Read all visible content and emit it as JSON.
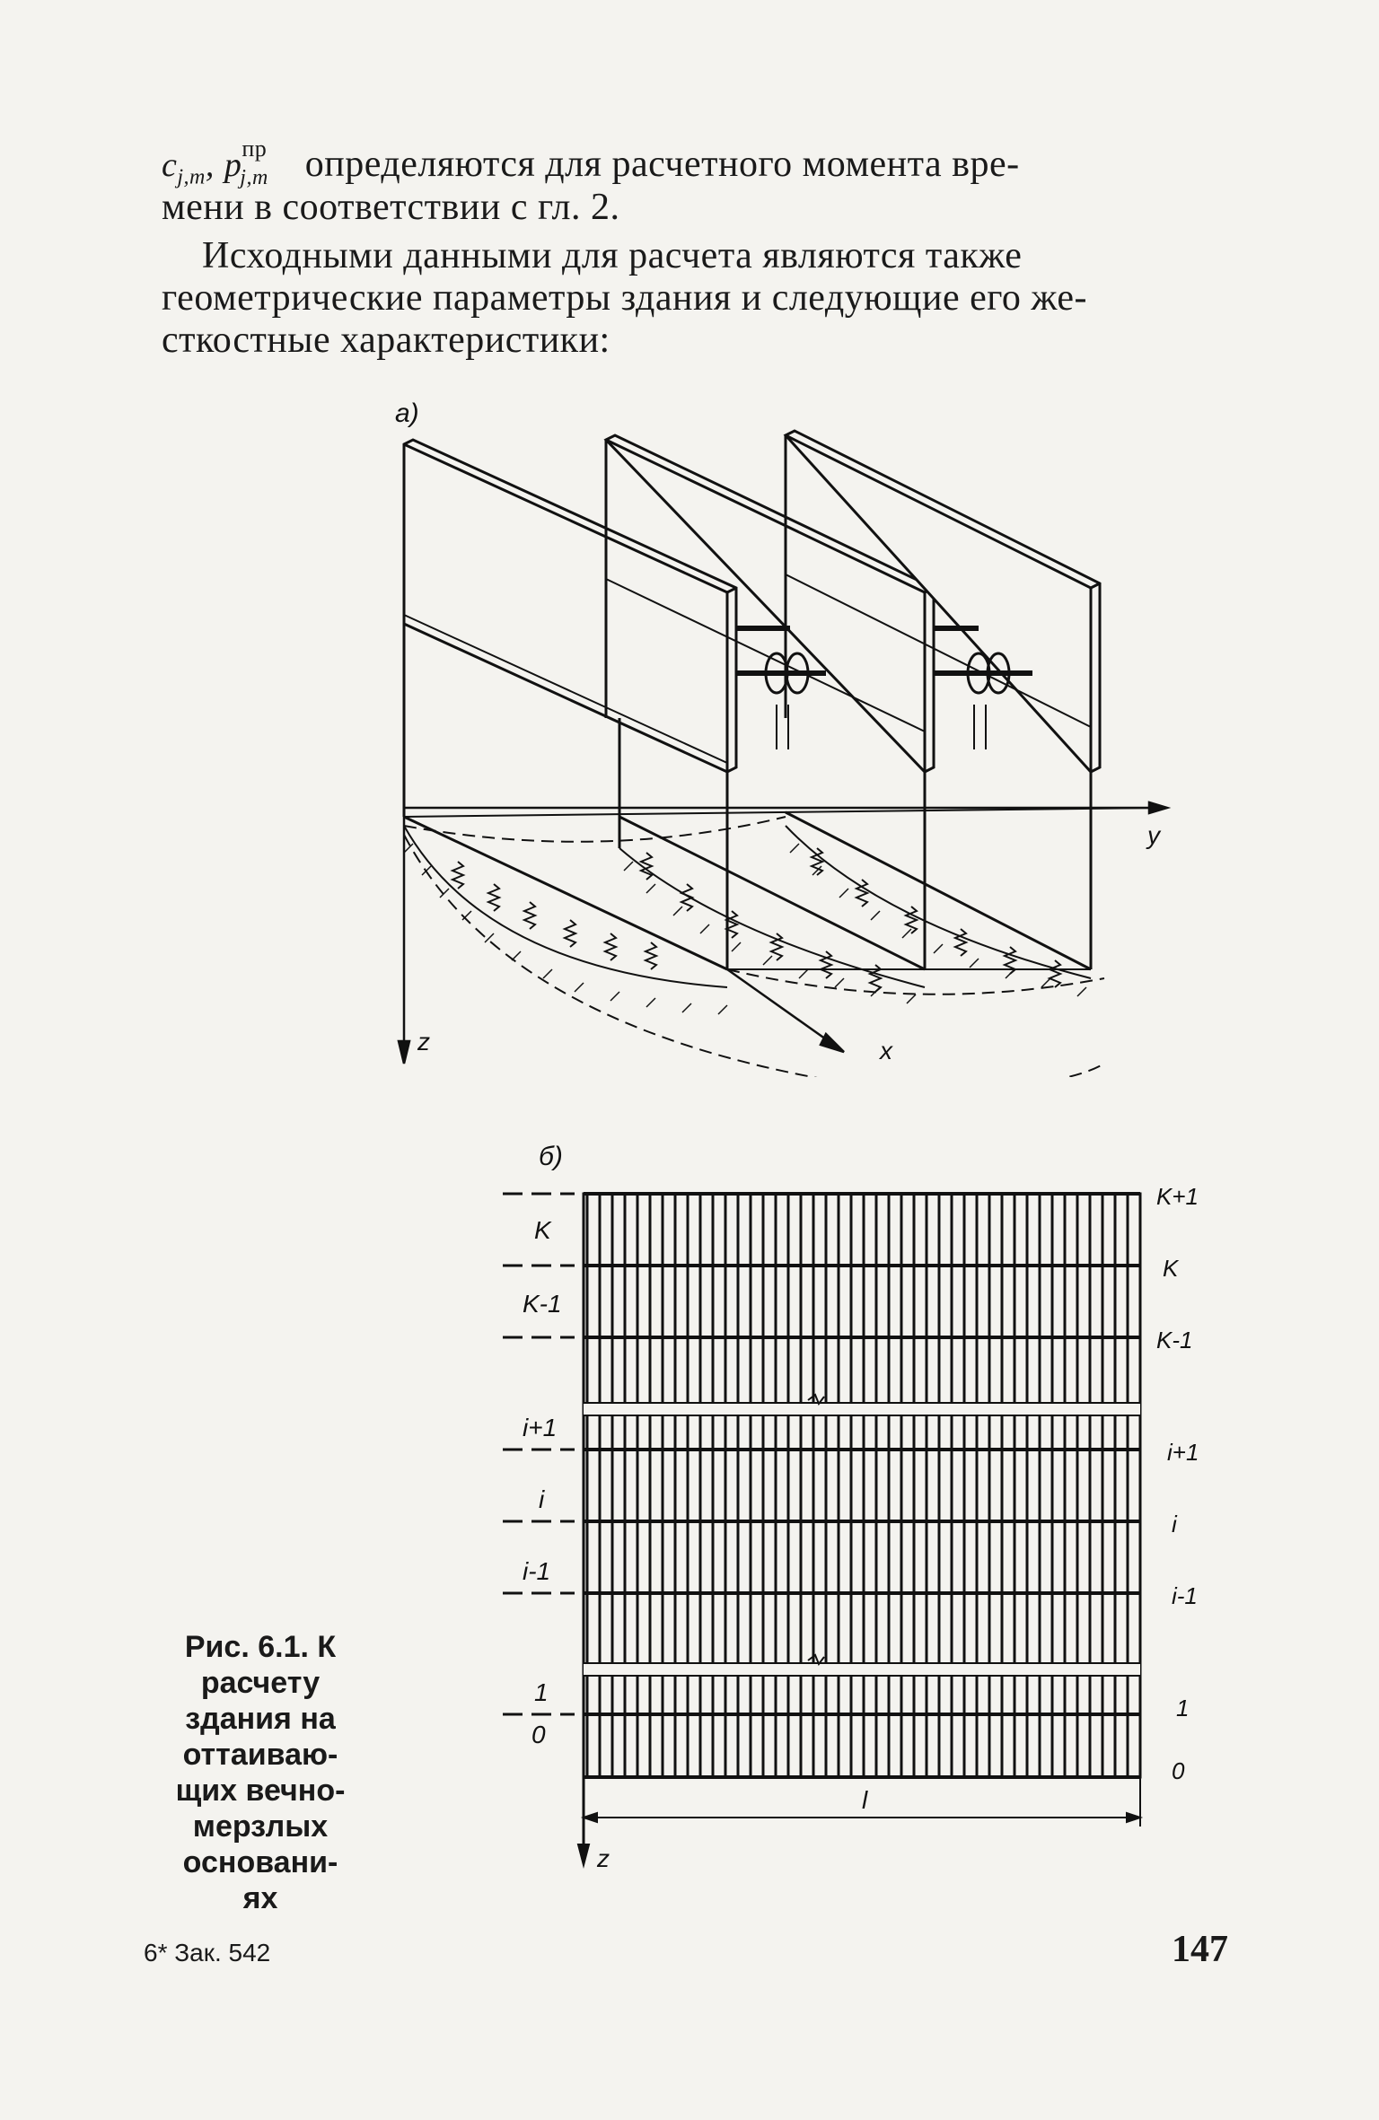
{
  "text": {
    "line1_math_c": "c",
    "line1_math_c_sub": "j,m",
    "line1_math_p": "p",
    "line1_math_p_sup": "пр",
    "line1_math_p_sub": "j,m",
    "line1_rest": "определяются для расчетного момента вре-",
    "line2": "мени в соответствии с гл. 2.",
    "para2_line1": "Исходными данными для расчета являются также",
    "para2_line2": "геометрические параметры здания и следующие его же-",
    "para2_line3": "сткостные характеристики:"
  },
  "figure_a": {
    "panel_label": "а)",
    "axis_y": "y",
    "axis_z": "z",
    "axis_x": "x"
  },
  "figure_b": {
    "panel_label": "б)",
    "left_labels": [
      "K",
      "K-1",
      "i+1",
      "i",
      "i-1",
      "1",
      "0"
    ],
    "right_labels": [
      "K+1",
      "K",
      "K-1",
      "i+1",
      "i",
      "i-1",
      "1",
      "0"
    ],
    "length_label": "l",
    "axis_z": "z"
  },
  "caption": {
    "lines": [
      "Рис. 6.1. К",
      "расчету",
      "здания на",
      "оттаиваю-",
      "щих вечно-",
      "мерзлых",
      "основани-",
      "ях"
    ]
  },
  "footer": {
    "left": "6* Зак. 542",
    "page_number": "147"
  }
}
